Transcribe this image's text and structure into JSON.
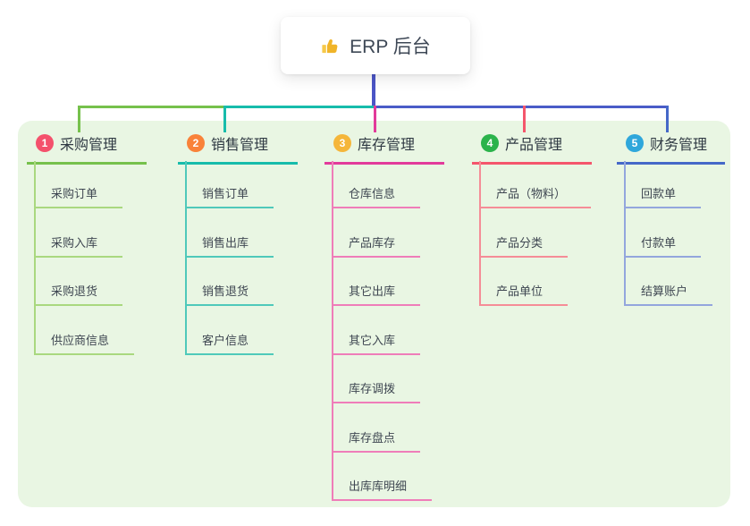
{
  "root": {
    "label": "ERP 后台",
    "icon": "thumbs-up-icon"
  },
  "colors": {
    "canvas_bg": "#ffffff",
    "panel_bg": "#e9f6e3",
    "root_card_bg": "#ffffff",
    "root_text": "#3e4856",
    "trunk": "#4b55c6",
    "bus_segments": [
      "#76c14c",
      "#17bcab",
      "#4a5cc8"
    ],
    "thumb_gold": "#f0b429",
    "thumb_cuff": "#f6c94a"
  },
  "branches": [
    {
      "num": "1",
      "label": "采购管理",
      "badge_color": "#f4516c",
      "line_color": "#76c14c",
      "child_line_color": "#a9d87f",
      "children": [
        "采购订单",
        "采购入库",
        "采购退货",
        "供应商信息"
      ]
    },
    {
      "num": "2",
      "label": "销售管理",
      "badge_color": "#f98239",
      "line_color": "#17bcab",
      "child_line_color": "#4fc9ba",
      "children": [
        "销售订单",
        "销售出库",
        "销售退货",
        "客户信息"
      ]
    },
    {
      "num": "3",
      "label": "库存管理",
      "badge_color": "#f5b63a",
      "line_color": "#e23a9b",
      "child_line_color": "#ef7db9",
      "children": [
        "仓库信息",
        "产品库存",
        "其它出库",
        "其它入库",
        "库存调拨",
        "库存盘点",
        "出库库明细"
      ]
    },
    {
      "num": "4",
      "label": "产品管理",
      "badge_color": "#2bb34b",
      "line_color": "#f4566c",
      "child_line_color": "#f58d97",
      "children": [
        "产品（物料）",
        "产品分类",
        "产品单位"
      ]
    },
    {
      "num": "5",
      "label": "财务管理",
      "badge_color": "#2fa7db",
      "line_color": "#4568c8",
      "child_line_color": "#93a6dd",
      "children": [
        "回款单",
        "付款单",
        "结算账户"
      ]
    }
  ]
}
